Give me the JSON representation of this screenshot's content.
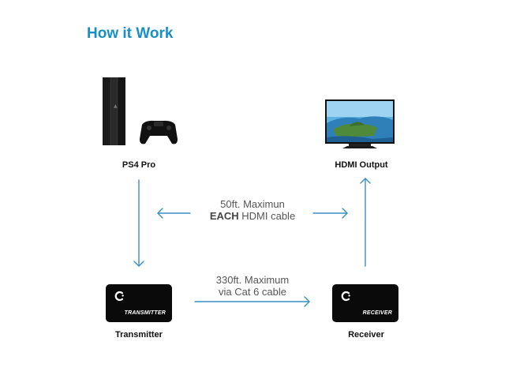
{
  "title": "How it Work",
  "nodes": {
    "source": "PS4 Pro",
    "output": "HDMI Output",
    "transmitter": "Transmitter",
    "receiver": "Receiver"
  },
  "box_text": {
    "transmitter": "TRANSMITTER",
    "receiver": "RECEIVER"
  },
  "notes": {
    "hdmi_line1": "50ft. Maximun",
    "hdmi_bold": "EACH",
    "hdmi_rest": " HDMI cable",
    "cat_line1": "330ft. Maximum",
    "cat_line2": "via Cat 6 cable"
  },
  "colors": {
    "accent": "#1a8fc4",
    "arrow": "#3a8fc0"
  }
}
